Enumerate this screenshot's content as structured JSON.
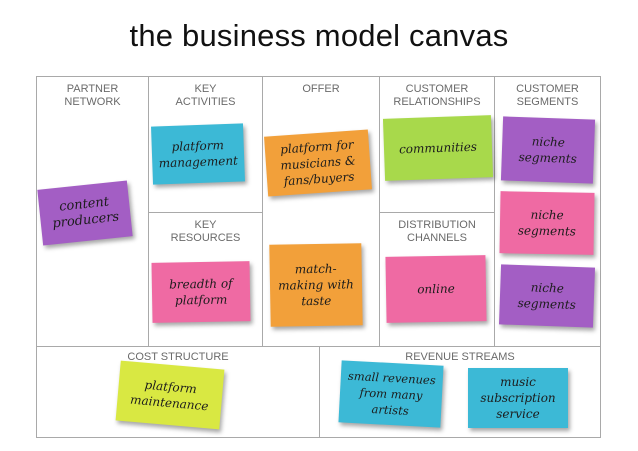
{
  "title": "the business model canvas",
  "sections": {
    "partner_network": "PARTNER\nNETWORK",
    "key_activities": "KEY\nACTIVITIES",
    "offer": "OFFER",
    "customer_relationships": "CUSTOMER\nRELATIONSHIPS",
    "customer_segments": "CUSTOMER\nSEGMENTS",
    "key_resources": "KEY\nRESOURCES",
    "distribution_channels": "DISTRIBUTION\nCHANNELS",
    "cost_structure": "COST STRUCTURE",
    "revenue_streams": "REVENUE STREAMS"
  },
  "notes": {
    "content_producers": "content\nproducers",
    "platform_management": "platform\nmanagement",
    "platform_for_musicians": "platform for\nmusicians &\nfans/buyers",
    "communities": "communities",
    "niche_segments_1": "niche\nsegments",
    "niche_segments_2": "niche\nsegments",
    "niche_segments_3": "niche\nsegments",
    "breadth_of_platform": "breadth of\nplatform",
    "match_making": "match-\nmaking with\ntaste",
    "online": "online",
    "platform_maintenance": "platform\nmaintenance",
    "small_revenues": "small revenues\nfrom many\nartists",
    "music_subscription": "music\nsubscription\nservice"
  },
  "colors": {
    "purple": "#a35ec4",
    "blue": "#3cb9d6",
    "orange": "#f2a03a",
    "green": "#a8d94b",
    "pink": "#ef6aa3",
    "yellow": "#d9e842",
    "grid": "#a9a9a9",
    "label": "#6a6a6a"
  }
}
